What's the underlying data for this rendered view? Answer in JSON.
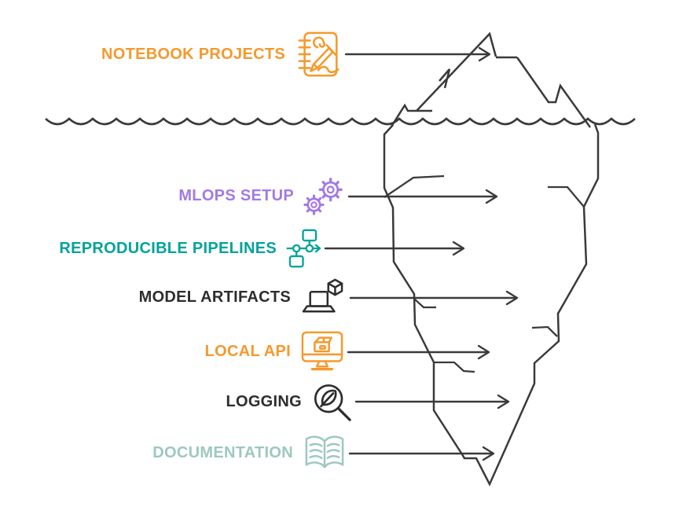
{
  "diagram": {
    "type": "iceberg",
    "above_water_items": [
      "NOTEBOOK PROJECTS"
    ],
    "below_water_items": [
      "MLOPS SETUP",
      "REPRODUCIBLE PIPELINES",
      "MODEL ARTIFACTS",
      "LOCAL API",
      "LOGGING",
      "DOCUMENTATION"
    ]
  },
  "colors": {
    "background": "#FFFFFF",
    "line_art": "#3A3A3A",
    "orange": "#F5992D",
    "purple": "#A379E3",
    "teal": "#00A39A",
    "dark": "#2D2D2D",
    "sage": "#9DC8C0"
  },
  "items": [
    {
      "label": "NOTEBOOK PROJECTS",
      "color": "#F5992D",
      "icon": "notebook-pen-icon",
      "position": "above-water"
    },
    {
      "label": "MLOPS SETUP",
      "color": "#A379E3",
      "icon": "gears-icon",
      "position": "below-water"
    },
    {
      "label": "REPRODUCIBLE PIPELINES",
      "color": "#00A39A",
      "icon": "pipeline-icon",
      "position": "below-water"
    },
    {
      "label": "MODEL ARTIFACTS",
      "color": "#2D2D2D",
      "icon": "laptop-cube-icon",
      "position": "below-water"
    },
    {
      "label": "LOCAL API",
      "color": "#F5992D",
      "icon": "monitor-package-icon",
      "position": "below-water"
    },
    {
      "label": "LOGGING",
      "color": "#2D2D2D",
      "icon": "magnifier-leaf-icon",
      "position": "below-water"
    },
    {
      "label": "DOCUMENTATION",
      "color": "#9DC8C0",
      "icon": "open-book-icon",
      "position": "below-water"
    }
  ]
}
